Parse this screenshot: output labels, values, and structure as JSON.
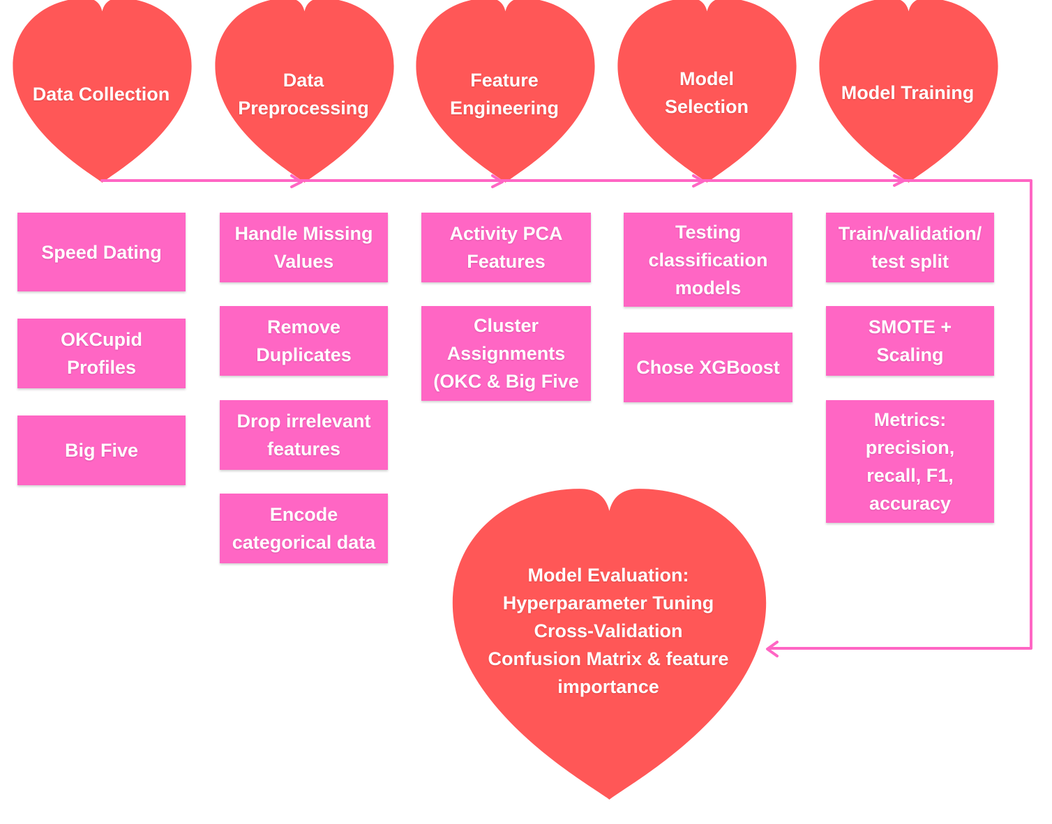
{
  "colors": {
    "heart": "#ff5757",
    "box": "#ff66c4",
    "connector": "#ff66c4",
    "text": "#ffffff"
  },
  "stages": [
    {
      "label": "Data Collection",
      "icon": "heart-icon"
    },
    {
      "label": "Data\nPreprocessing",
      "icon": "heart-icon"
    },
    {
      "label": "Feature\nEngineering",
      "icon": "heart-icon"
    },
    {
      "label": "Model\nSelection",
      "icon": "heart-icon"
    },
    {
      "label": "Model Training",
      "icon": "heart-icon"
    }
  ],
  "columns": [
    {
      "items": [
        "Speed Dating",
        "OKCupid\nProfiles",
        "Big Five"
      ]
    },
    {
      "items": [
        "Handle Missing\nValues",
        "Remove\nDuplicates",
        "Drop irrelevant\nfeatures",
        "Encode\ncategorical data"
      ]
    },
    {
      "items": [
        "Activity PCA\nFeatures",
        "Cluster\nAssignments\n(OKC & Big Five"
      ]
    },
    {
      "items": [
        "Testing\nclassification\nmodels",
        "Chose XGBoost"
      ]
    },
    {
      "items": [
        "Train/validation/\ntest split",
        "SMOTE +\nScaling",
        "Metrics:\nprecision,\nrecall, F1,\naccuracy"
      ]
    }
  ],
  "evaluation": {
    "label": "Model Evaluation:\nHyperparameter Tuning\nCross-Validation\nConfusion Matrix & feature\nimportance",
    "icon": "heart-icon"
  }
}
